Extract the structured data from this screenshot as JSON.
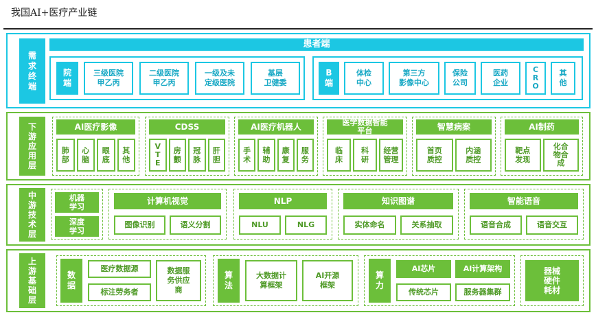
{
  "title": "我国AI+医疗产业链",
  "demand": {
    "label": "需\n求\n终\n端",
    "patient": "患者端",
    "hospital": {
      "label": "院\n端",
      "items": [
        "三级医院\n甲乙丙",
        "二级医院\n甲乙丙",
        "一级及未\n定级医院",
        "基层\n卫健委"
      ]
    },
    "b": {
      "label": "B\n端",
      "items": [
        "体检\n中心",
        "第三方\n影像中心",
        "保险\n公司",
        "医药\n企业",
        "C\nR\nO",
        "其\n他"
      ]
    }
  },
  "downstream": {
    "label": "下\n游\n应\n用\n层",
    "groups": [
      {
        "title": "AI医疗影像",
        "items": [
          "肺\n部",
          "心\n脑",
          "眼\n底",
          "其\n他"
        ]
      },
      {
        "title": "CDSS",
        "items": [
          "V\nT\nE",
          "房\n颤",
          "冠\n脉",
          "肝\n胆"
        ]
      },
      {
        "title": "AI医疗机器人",
        "items": [
          "手\n术",
          "辅\n助",
          "康\n复",
          "服\n务"
        ]
      },
      {
        "title": "医学数据智能\n平台",
        "items": [
          "临\n床",
          "科\n研",
          "经营\n管理"
        ]
      },
      {
        "title": "智慧病案",
        "items": [
          "首页\n质控",
          "内涵\n质控"
        ]
      },
      {
        "title": "AI制药",
        "items": [
          "靶点\n发现",
          "化合\n物合\n成"
        ]
      }
    ]
  },
  "midstream": {
    "label": "中\n游\n技\n术\n层",
    "ml": [
      "机器\n学习",
      "深度\n学习"
    ],
    "groups": [
      {
        "title": "计算机视觉",
        "items": [
          "图像识别",
          "语义分割"
        ]
      },
      {
        "title": "NLP",
        "items": [
          "NLU",
          "NLG"
        ]
      },
      {
        "title": "知识图谱",
        "items": [
          "实体命名",
          "关系抽取"
        ]
      },
      {
        "title": "智能语音",
        "items": [
          "语音合成",
          "语音交互"
        ]
      }
    ]
  },
  "upstream": {
    "label": "上\n游\n基\n础\n层",
    "data": {
      "label": "数\n据",
      "items": [
        "医疗数据源",
        "标注劳务者"
      ],
      "service": "数据服\n务供应\n商"
    },
    "algo": {
      "label": "算\n法",
      "items": [
        "大数据计\n算框架",
        "AI开源\n框架"
      ]
    },
    "compute": {
      "label": "算\n力",
      "items": [
        "AI芯片",
        "AI计算架构",
        "传统芯片",
        "服务器集群"
      ]
    },
    "hw": "器械\n硬件\n耗材"
  }
}
